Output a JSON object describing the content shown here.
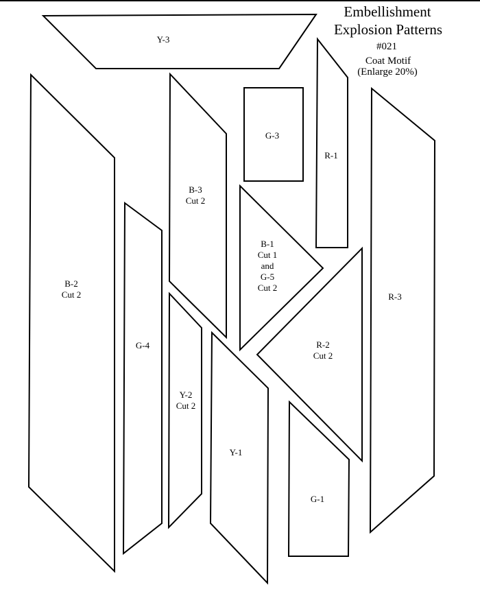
{
  "header": {
    "title_line1": "Embellishment",
    "title_line2": "Explosion Patterns",
    "number": "#021",
    "motif": "Coat Motif",
    "note": "(Enlarge 20%)"
  },
  "pieces": [
    {
      "id": "y3",
      "lines": [
        "Y-3"
      ]
    },
    {
      "id": "b2",
      "lines": [
        "B-2",
        "Cut 2"
      ]
    },
    {
      "id": "b3",
      "lines": [
        "B-3",
        "Cut 2"
      ]
    },
    {
      "id": "g3",
      "lines": [
        "G-3"
      ]
    },
    {
      "id": "r1",
      "lines": [
        "R-1"
      ]
    },
    {
      "id": "r3",
      "lines": [
        "R-3"
      ]
    },
    {
      "id": "b1",
      "lines": [
        "B-1",
        "Cut 1",
        "and",
        "G-5",
        "Cut 2"
      ]
    },
    {
      "id": "g4",
      "lines": [
        "G-4"
      ]
    },
    {
      "id": "r2",
      "lines": [
        "R-2",
        "Cut 2"
      ]
    },
    {
      "id": "y2",
      "lines": [
        "Y-2",
        "Cut 2"
      ]
    },
    {
      "id": "y1",
      "lines": [
        "Y-1"
      ]
    },
    {
      "id": "g1",
      "lines": [
        "G-1"
      ]
    }
  ]
}
